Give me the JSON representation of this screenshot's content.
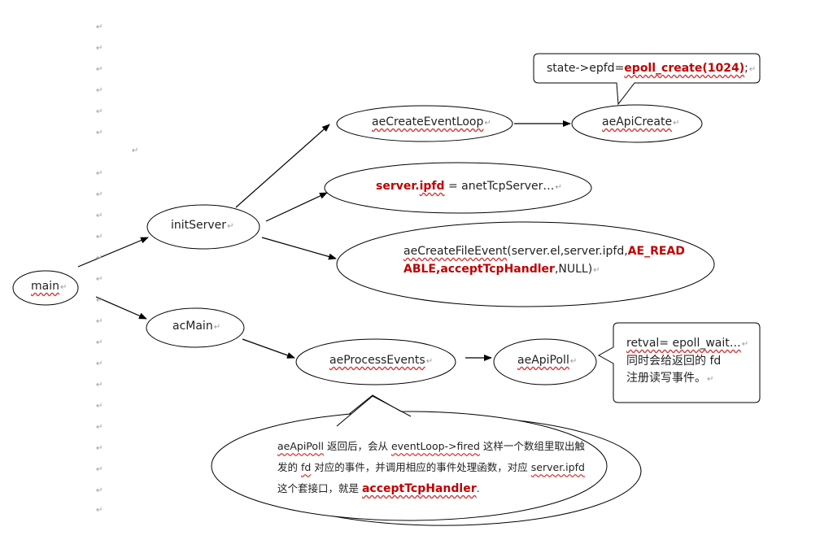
{
  "nodes": {
    "main": "main",
    "init_server": "initServer",
    "ae_main": "acMain",
    "create_event_loop": "aeCreateEventLoop",
    "api_create": "aeApiCreate",
    "ipfd_server": "server.",
    "ipfd_field": "ipfd",
    "ipfd_rest": " = anetTcpServer…",
    "file_event_func": "aeCreateFileEvent",
    "file_event_args_1": "(server.el,server.ipfd,",
    "file_event_ae_read": "AE_READ",
    "file_event_able": "ABLE,",
    "file_event_handler": "acceptTcpHandler",
    "file_event_null": ",NULL)",
    "process_events": "aeProcessEvents",
    "api_poll": "aeApiPoll"
  },
  "callouts": {
    "epoll_create_prefix": "state->epfd=",
    "epoll_create_call": "epoll_create(1024)",
    "epoll_create_suffix": ";",
    "poll_retval": "retval= epoll_wait…",
    "poll_line2": "同时会给返回的 fd",
    "poll_line3": "注册读写事件。",
    "bottom_part1": "aeApiPoll",
    "bottom_part2": " 返回后，会从 ",
    "bottom_part3": "eventLoop->fired",
    "bottom_part4": " 这样一个数组里取出触发的 ",
    "bottom_part5": "fd",
    "bottom_part6": " 对应的事件，并调用相应的事件处理函数，对应 ",
    "bottom_part7": "server.ipfd",
    "bottom_part8": " 这个套接口，就是 ",
    "bottom_part9": "acceptTcpHandler",
    "bottom_part10": "."
  },
  "colors": {
    "red_text": "#c00000",
    "stroke": "#000000"
  }
}
